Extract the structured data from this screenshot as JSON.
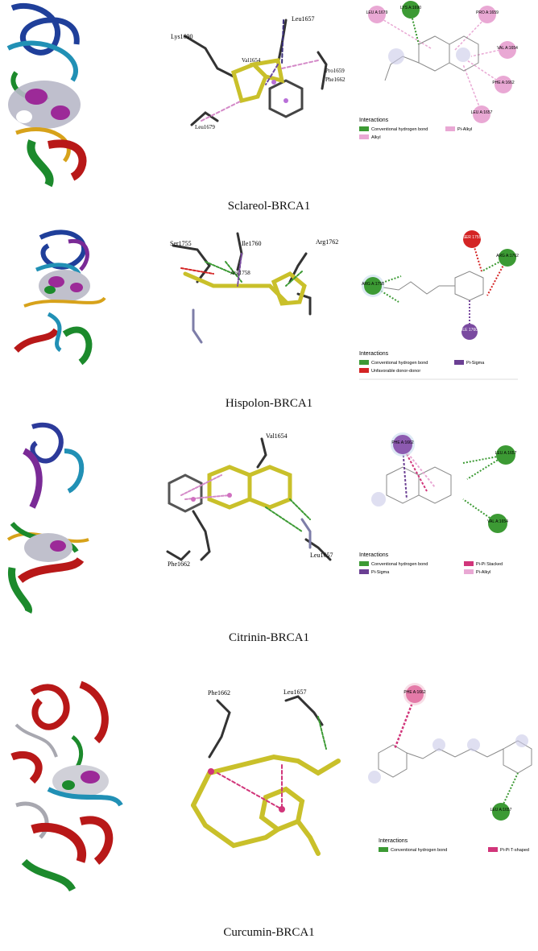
{
  "panels": [
    {
      "caption": "Sclareol-BRCA1",
      "labels_3d": [
        "Lys1690",
        "Leu1657",
        "Val1654",
        "Pro1659",
        "Phe1662",
        "Leu1679"
      ],
      "residues_2d": [
        {
          "id": "LEU A:1679",
          "type": "alkyl",
          "color": "#e9a8d4"
        },
        {
          "id": "LYS A:1690",
          "type": "hbond",
          "color": "#3c9a34"
        },
        {
          "id": "PRO A:1659",
          "type": "alkyl",
          "color": "#e9a8d4"
        },
        {
          "id": "VAL A:1654",
          "type": "alkyl",
          "color": "#e9a8d4"
        },
        {
          "id": "PHE A:1662",
          "type": "pi-alkyl",
          "color": "#e9a8d4"
        },
        {
          "id": "LEU A:1657",
          "type": "alkyl",
          "color": "#e9a8d4"
        }
      ],
      "legend_title": "Interactions",
      "legend": [
        {
          "label": "Conventional hydrogen bond",
          "color": "#3c9a34"
        },
        {
          "label": "Pi-Alkyl",
          "color": "#e9a8d4"
        },
        {
          "label": "Alkyl",
          "color": "#e9a8d4"
        }
      ]
    },
    {
      "caption": "Hispolon-BRCA1",
      "labels_3d": [
        "Ser1755",
        "Ile1760",
        "Arg1762",
        "Arg1758"
      ],
      "residues_2d": [
        {
          "id": "SER 1755",
          "type": "unfavorable",
          "color": "#d42424"
        },
        {
          "id": "ARG A:1762",
          "type": "hbond",
          "color": "#3c9a34"
        },
        {
          "id": "ARG A:1758",
          "type": "hbond",
          "color": "#3c9a34"
        },
        {
          "id": "ILE 1760",
          "type": "pi-sigma",
          "color": "#7a4aa0"
        }
      ],
      "legend_title": "Interactions",
      "legend": [
        {
          "label": "Conventional hydrogen bond",
          "color": "#3c9a34"
        },
        {
          "label": "Pi-Sigma",
          "color": "#6b3f93"
        },
        {
          "label": "Unfavorable donor-donor",
          "color": "#d42424"
        }
      ]
    },
    {
      "caption": "Citrinin-BRCA1",
      "labels_3d": [
        "Val1654",
        "Phe1662",
        "Leu1657"
      ],
      "residues_2d": [
        {
          "id": "PHE A:1662",
          "type": "pi",
          "color": "#8c5ab0"
        },
        {
          "id": "LEU A:1657",
          "type": "hbond",
          "color": "#3c9a34"
        },
        {
          "id": "VAL A:1654",
          "type": "hbond",
          "color": "#3c9a34"
        }
      ],
      "legend_title": "Interactions",
      "legend": [
        {
          "label": "Conventional hydrogen bond",
          "color": "#3c9a34"
        },
        {
          "label": "Pi-Pi Stacked",
          "color": "#d1357a"
        },
        {
          "label": "Pi-Sigma",
          "color": "#6b3f93"
        },
        {
          "label": "Pi-Alkyl",
          "color": "#e9a8d4"
        }
      ]
    },
    {
      "caption": "Curcumin-BRCA1",
      "labels_3d": [
        "Phe1662",
        "Leu1657"
      ],
      "residues_2d": [
        {
          "id": "PHE A:1662",
          "type": "pi-t",
          "color": "#e47aa8"
        },
        {
          "id": "LEU A:1657",
          "type": "hbond",
          "color": "#3c9a34"
        }
      ],
      "legend_title": "Interactions",
      "legend": [
        {
          "label": "Conventional hydrogen bond",
          "color": "#3c9a34"
        },
        {
          "label": "Pi-Pi T-shaped",
          "color": "#d1357a"
        }
      ]
    }
  ]
}
